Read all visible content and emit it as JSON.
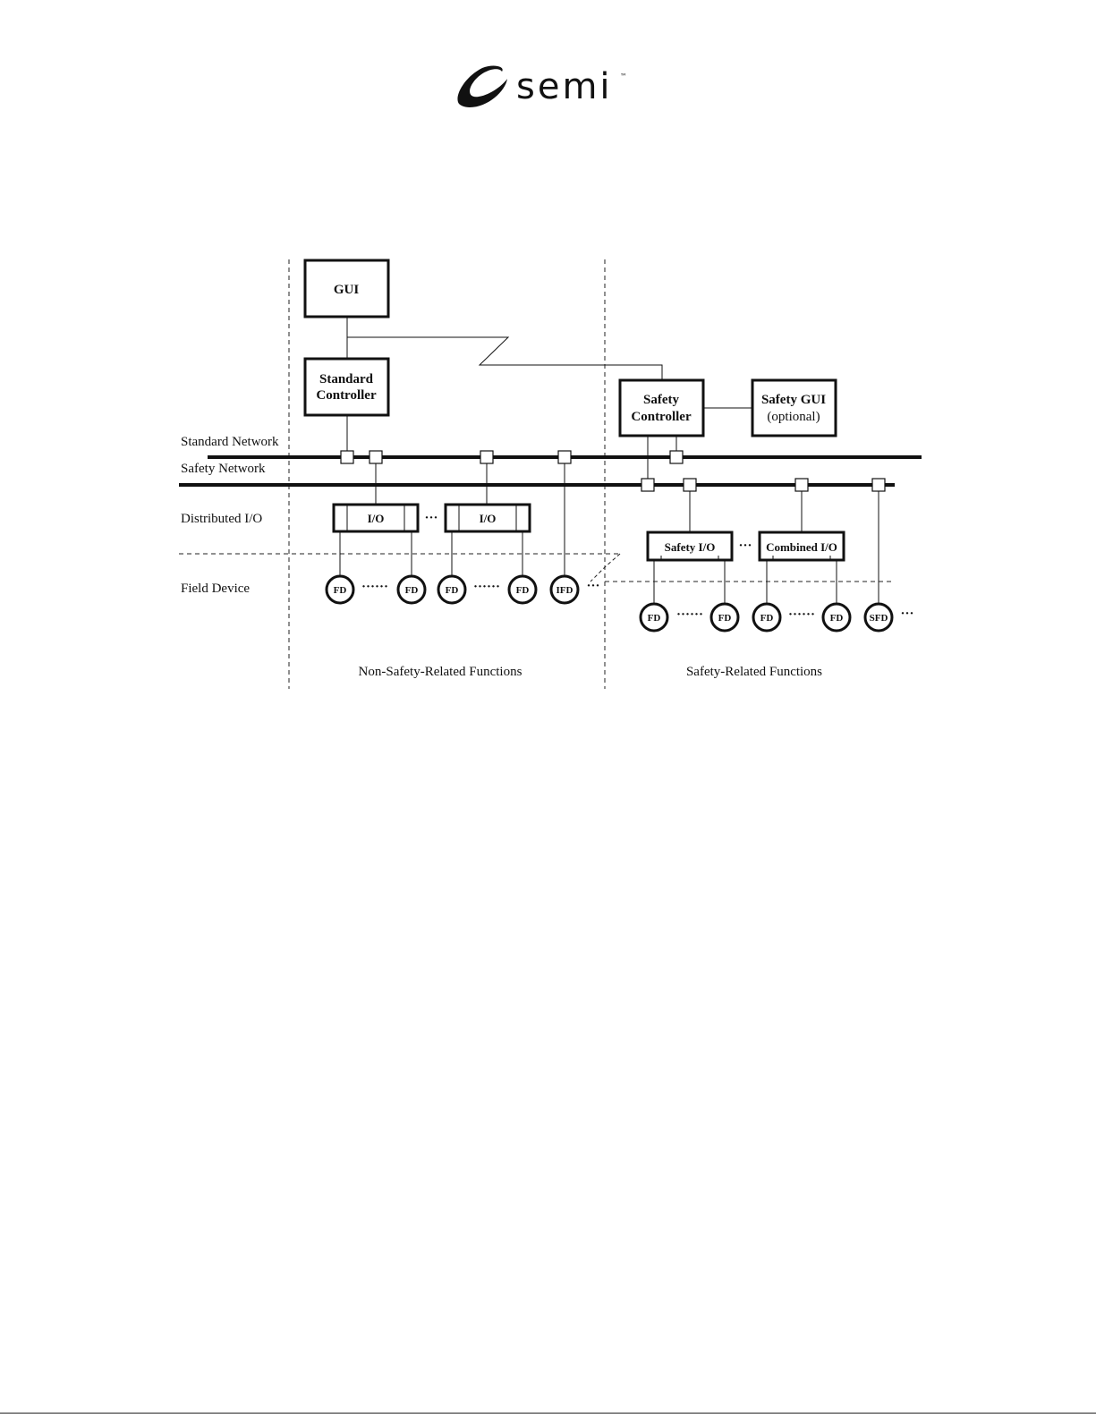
{
  "header": {
    "logo_text": "semi",
    "logo_tm": "™"
  },
  "diagram": {
    "level_labels": {
      "standard_network": "Standard Network",
      "safety_network": "Safety  Network",
      "distributed_io": "Distributed I/O",
      "field_device": "Field Device"
    },
    "boxes": {
      "gui": "GUI",
      "standard_controller_line1": "Standard",
      "standard_controller_line2": "Controller",
      "safety_controller_line1": "Safety",
      "safety_controller_line2": "Controller",
      "safety_gui_line1": "Safety GUI",
      "safety_gui_line2": "(optional)",
      "io": "I/O",
      "safety_io": "Safety I/O",
      "combined_io": "Combined I/O"
    },
    "devices": {
      "fd": "FD",
      "ifd": "IFD",
      "sfd": "SFD"
    },
    "ellipsis": "···",
    "dots": "······",
    "regions": {
      "non_safety": "Non-Safety-Related Functions",
      "safety": "Safety-Related Functions"
    }
  }
}
